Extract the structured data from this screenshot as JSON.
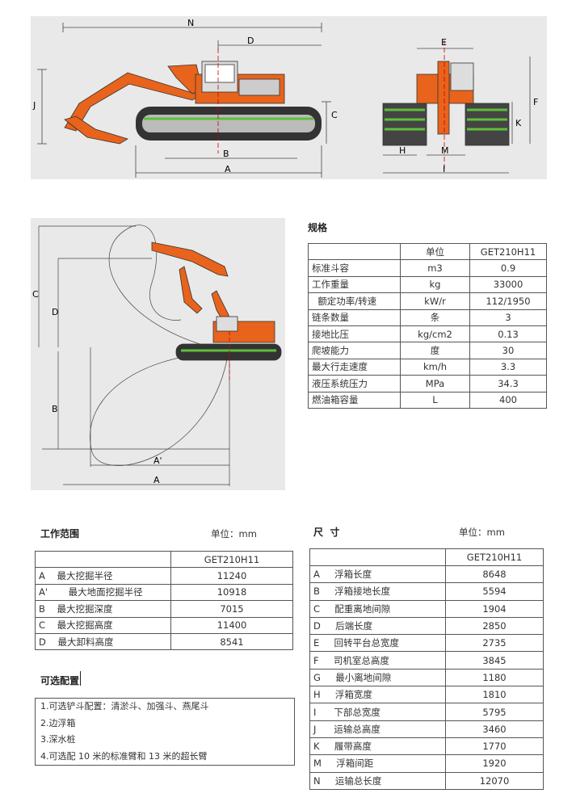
{
  "diagram_side": {
    "dim_labels": {
      "N": "N",
      "D": "D",
      "J": "J",
      "C": "C",
      "B": "B",
      "A": "A"
    }
  },
  "diagram_front": {
    "dim_labels": {
      "E": "E",
      "F": "F",
      "K": "K",
      "H": "H",
      "M": "M",
      "I": "I"
    }
  },
  "diagram_range": {
    "dim_labels": {
      "C": "C",
      "D": "D",
      "B": "B",
      "A_prime": "A'",
      "A": "A"
    }
  },
  "specs": {
    "title": "规格",
    "header": [
      "",
      "单位",
      "GET210H11"
    ],
    "rows": [
      [
        "标准斗容",
        "m3",
        "0.9"
      ],
      [
        "工作重量",
        "kg",
        "33000"
      ],
      [
        "  额定功率/转速",
        "kW/r",
        "112/1950"
      ],
      [
        "链条数量",
        "条",
        "3"
      ],
      [
        "接地比压",
        "kg/cm2",
        "0.13"
      ],
      [
        "爬坡能力",
        "度",
        "30"
      ],
      [
        "最大行走速度",
        "km/h",
        "3.3"
      ],
      [
        "液压系统压力",
        "MPa",
        "34.3"
      ],
      [
        "燃油箱容量",
        "L",
        "400"
      ]
    ]
  },
  "work_range": {
    "title": "工作范围",
    "unit": "单位：mm",
    "header": [
      "",
      "GET210H11"
    ],
    "rows": [
      [
        "A    最大挖掘半径",
        "11240"
      ],
      [
        "A'       最大地面挖掘半径",
        "10918"
      ],
      [
        "B    最大挖掘深度",
        "7015"
      ],
      [
        "C    最大挖掘高度",
        "11400"
      ],
      [
        "D    最大卸料高度",
        "8541"
      ]
    ]
  },
  "dimensions": {
    "title": "尺  寸",
    "unit": "单位：mm",
    "header": [
      "",
      "GET210H11"
    ],
    "rows": [
      [
        "A     浮箱长度",
        "8648"
      ],
      [
        "B     浮箱接地长度",
        "5594"
      ],
      [
        "C     配重离地间隙",
        "1904"
      ],
      [
        "D     后端长度",
        "2850"
      ],
      [
        "E     回转平台总宽度",
        "2735"
      ],
      [
        "F     司机室总高度",
        "3845"
      ],
      [
        "G     最小离地间隙",
        "1180"
      ],
      [
        "H     浮箱宽度",
        "1810"
      ],
      [
        "I      下部总宽度",
        "5795"
      ],
      [
        "J      运输总高度",
        "3460"
      ],
      [
        "K     履带高度",
        "1770"
      ],
      [
        "M     浮箱间距",
        "1920"
      ],
      [
        "N     运输总长度",
        "12070"
      ]
    ]
  },
  "options": {
    "title": "可选配置",
    "items": [
      "1.可选铲斗配置：清淤斗、加强斗、燕尾斗",
      "2.边浮箱",
      "3.深水桩",
      "4.可选配 10 米的标准臂和 13 米的超长臂"
    ]
  },
  "colors": {
    "panel": "#e9e9e9",
    "machine": "#e8631c",
    "pontoon_green": "#5fbf3a",
    "pontoon_dark": "#333333"
  }
}
